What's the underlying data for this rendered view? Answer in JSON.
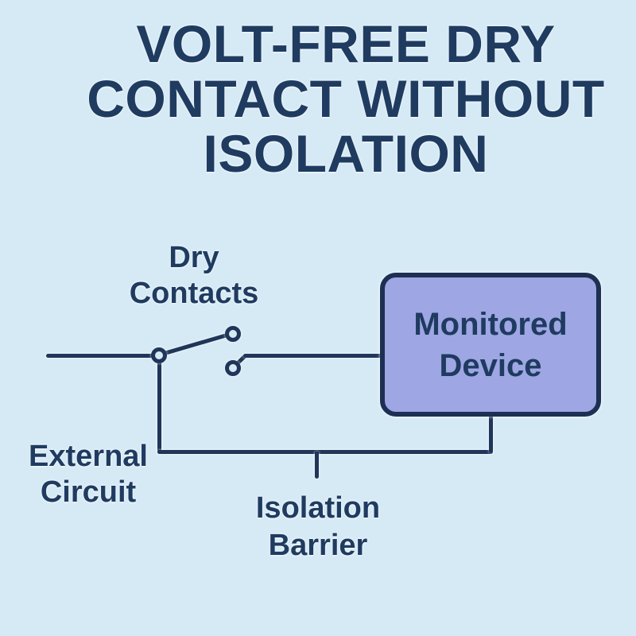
{
  "title": {
    "full": "VOLT-FREE DRY CONTACT WITHOUT ISOLATION",
    "lines": [
      "VOLT-FREE DRY",
      "CONTACT WITHOUT",
      "ISOLATION"
    ]
  },
  "diagram": {
    "labels": {
      "dry_contacts": {
        "lines": [
          "Dry",
          "Contacts"
        ]
      },
      "external_circuit": {
        "lines": [
          "External",
          "Circuit"
        ]
      },
      "isolation_barrier": {
        "lines": [
          "Isolation",
          "Barrier"
        ]
      },
      "monitored_device": {
        "lines": [
          "Monitored",
          "Device"
        ]
      }
    },
    "elements": [
      "external-wire",
      "dry-contact-switch",
      "monitored-device-box",
      "isolation-barrier-tick"
    ],
    "colors": {
      "background": "#d6eaf5",
      "wire": "#1f3659",
      "text": "#1f3b60",
      "device_box_fill": "#9ea6e3",
      "device_box_border": "#1d3053"
    }
  }
}
